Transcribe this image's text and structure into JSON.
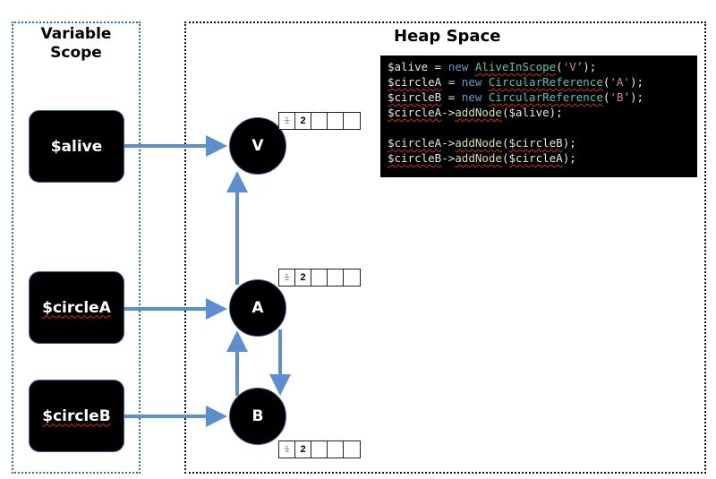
{
  "scope": {
    "title_line1": "Variable",
    "title_line2": "Scope",
    "variables": [
      {
        "label": "$alive",
        "spellcheck": false
      },
      {
        "label": "$circleA",
        "spellcheck": true
      },
      {
        "label": "$circleB",
        "spellcheck": true
      }
    ]
  },
  "heap": {
    "title": "Heap Space",
    "nodes": [
      {
        "label": "V",
        "refcount_old": "1",
        "refcount_new": "2"
      },
      {
        "label": "A",
        "refcount_old": "1",
        "refcount_new": "2"
      },
      {
        "label": "B",
        "refcount_old": "1",
        "refcount_new": "2"
      }
    ]
  },
  "code": {
    "lines": [
      [
        {
          "t": "$alive",
          "c": ""
        },
        {
          "t": " = ",
          "c": ""
        },
        {
          "t": "new",
          "c": "kw"
        },
        {
          "t": " ",
          "c": ""
        },
        {
          "t": "AliveInScope",
          "c": "cls wv"
        },
        {
          "t": "(",
          "c": ""
        },
        {
          "t": "'V’",
          "c": "str"
        },
        {
          "t": ");",
          "c": ""
        }
      ],
      [
        {
          "t": "$circleA",
          "c": "wv"
        },
        {
          "t": " = ",
          "c": ""
        },
        {
          "t": "new",
          "c": "kw"
        },
        {
          "t": " ",
          "c": ""
        },
        {
          "t": "CircularReference",
          "c": "cls wv"
        },
        {
          "t": "(",
          "c": ""
        },
        {
          "t": "'A'",
          "c": "str"
        },
        {
          "t": ");",
          "c": ""
        }
      ],
      [
        {
          "t": "$circleB",
          "c": "wv"
        },
        {
          "t": " = ",
          "c": ""
        },
        {
          "t": "new",
          "c": "kw"
        },
        {
          "t": " ",
          "c": ""
        },
        {
          "t": "CircularReference",
          "c": "cls wv"
        },
        {
          "t": "(",
          "c": ""
        },
        {
          "t": "'B’",
          "c": "str"
        },
        {
          "t": ");",
          "c": ""
        }
      ],
      [
        {
          "t": "$circleA",
          "c": "wv"
        },
        {
          "t": "->",
          "c": ""
        },
        {
          "t": "addNode",
          "c": "fn wv"
        },
        {
          "t": "($alive);",
          "c": ""
        }
      ],
      [],
      [
        {
          "t": "$circleA",
          "c": "wv"
        },
        {
          "t": "->",
          "c": ""
        },
        {
          "t": "addNode",
          "c": "fn wv"
        },
        {
          "t": "(",
          "c": ""
        },
        {
          "t": "$circleB",
          "c": "wv"
        },
        {
          "t": ");",
          "c": ""
        }
      ],
      [
        {
          "t": "$circleB",
          "c": "wv"
        },
        {
          "t": "->",
          "c": ""
        },
        {
          "t": "addNode",
          "c": "fn wv"
        },
        {
          "t": "(",
          "c": ""
        },
        {
          "t": "$circleA",
          "c": "wv"
        },
        {
          "t": ");",
          "c": ""
        }
      ]
    ]
  },
  "colors": {
    "arrow": "#5b8fcf",
    "scope_border": "#2e6cc2",
    "heap_border": "#111111"
  }
}
